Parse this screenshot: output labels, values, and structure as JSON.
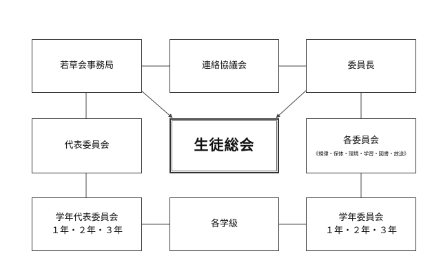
{
  "nodes": {
    "wakakusa": {
      "label": "若草会事務局"
    },
    "renraku": {
      "label": "連絡協議会"
    },
    "iincho": {
      "label": "委員長"
    },
    "daihyo": {
      "label": "代表委員会"
    },
    "sotokai": {
      "label": "生徒総会"
    },
    "kakuiin": {
      "label": "各委員会",
      "note": "《規律・保体・環境・学習・図書・放送》"
    },
    "gakunen_daihyo": {
      "label": "学年代表委員会",
      "sub": "１年・２年・３年"
    },
    "kakugakkyu": {
      "label": "各学級"
    },
    "gakunen_iin": {
      "label": "学年委員会",
      "sub": "１年・２年・３年"
    }
  }
}
